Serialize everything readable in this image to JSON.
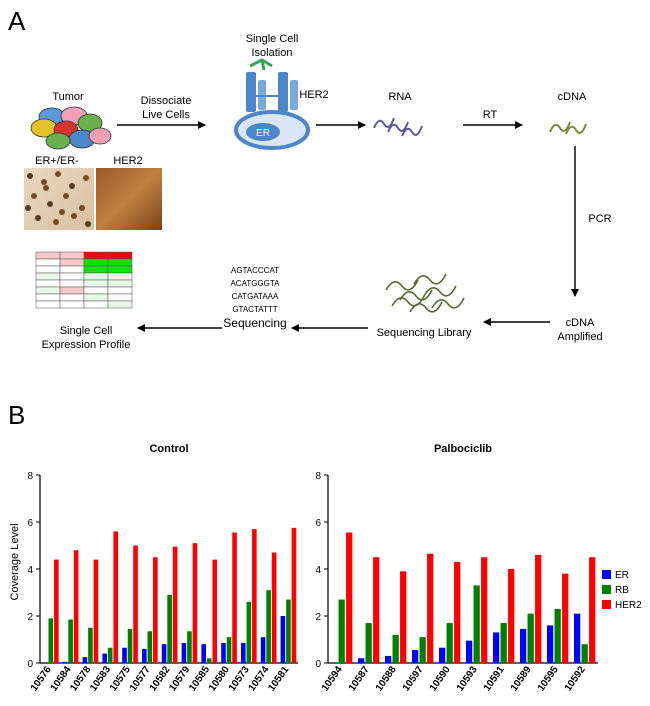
{
  "panel_a": {
    "label": "A",
    "tumor_label": "Tumor",
    "dissociate_label": [
      "Dissociate",
      "Live Cells"
    ],
    "single_cell_label": [
      "Single Cell",
      "Isolation"
    ],
    "her2_cell_label": "HER2",
    "er_label": "ER",
    "rna_label": "RNA",
    "rt_label": "RT",
    "cdna_label": "cDNA",
    "pcr_label": "PCR",
    "cdna_amplified_label": [
      "cDNA",
      "Amplified"
    ],
    "sequencing_library_label": "Sequencing Library",
    "sequences": [
      "AGTACCCAT",
      "ACATGGGTA",
      "CATGATAAA",
      "GTACTATTT"
    ],
    "sequencing_label": "Sequencing",
    "profile_label": [
      "Single Cell",
      "Expression Profile"
    ],
    "stain_labels": [
      "ER+/ER-",
      "HER2"
    ],
    "colors": {
      "arrow": "#000000",
      "her2": "#4a86c8",
      "er_cell": "#4a86c8",
      "rna": "#5a5aa0",
      "cdna": "#7a8a3a",
      "receptor_green": "#3aa15a"
    }
  },
  "panel_b": {
    "label": "B",
    "ylabel": "Coverage Level",
    "legend": [
      {
        "name": "ER",
        "color": "#0000ff"
      },
      {
        "name": "RB",
        "color": "#008000"
      },
      {
        "name": "HER2",
        "color": "#ff0000"
      }
    ]
  },
  "chart_data": [
    {
      "type": "bar",
      "title": "Control",
      "ylabel": "Coverage Level",
      "ylim": [
        0,
        8
      ],
      "yticks": [
        0,
        2,
        4,
        6,
        8
      ],
      "categories": [
        "10576",
        "10584",
        "10578",
        "10583",
        "10575",
        "10577",
        "10582",
        "10579",
        "10585",
        "10580",
        "10573",
        "10574",
        "10581"
      ],
      "series": [
        {
          "name": "ER",
          "color": "#0000ff",
          "values": [
            0.0,
            0.05,
            0.25,
            0.4,
            0.65,
            0.6,
            0.8,
            0.85,
            0.8,
            0.85,
            0.85,
            1.1,
            2.0
          ]
        },
        {
          "name": "RB",
          "color": "#008000",
          "values": [
            1.9,
            1.85,
            1.5,
            0.65,
            1.45,
            1.35,
            2.9,
            1.35,
            0.2,
            1.1,
            2.6,
            3.1,
            2.7
          ]
        },
        {
          "name": "HER2",
          "color": "#ff0000",
          "values": [
            4.4,
            4.8,
            4.4,
            5.6,
            5.0,
            4.5,
            4.95,
            5.1,
            4.4,
            5.55,
            5.7,
            4.7,
            5.75
          ]
        }
      ]
    },
    {
      "type": "bar",
      "title": "Palbociclib",
      "ylim": [
        0,
        8
      ],
      "yticks": [
        0,
        2,
        4,
        6,
        8
      ],
      "categories": [
        "10594",
        "10587",
        "10588",
        "10597",
        "10590",
        "10593",
        "10591",
        "10589",
        "10595",
        "10592"
      ],
      "series": [
        {
          "name": "ER",
          "color": "#0000ff",
          "values": [
            0.0,
            0.2,
            0.3,
            0.55,
            0.65,
            0.95,
            1.3,
            1.45,
            1.6,
            2.1
          ]
        },
        {
          "name": "RB",
          "color": "#008000",
          "values": [
            2.7,
            1.7,
            1.2,
            1.1,
            1.7,
            3.3,
            1.7,
            2.1,
            2.3,
            0.8
          ]
        },
        {
          "name": "HER2",
          "color": "#ff0000",
          "values": [
            5.55,
            4.5,
            3.9,
            4.65,
            4.3,
            4.5,
            4.0,
            4.6,
            3.8,
            4.5
          ]
        }
      ]
    }
  ]
}
